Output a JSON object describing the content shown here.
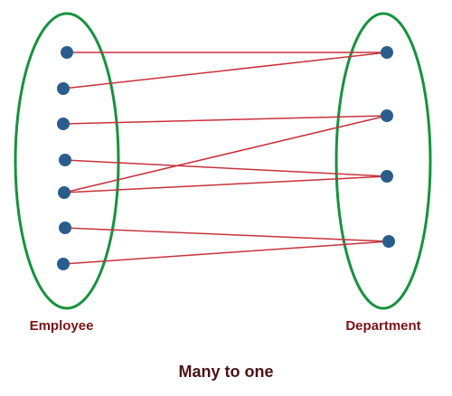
{
  "diagram": {
    "left_set": {
      "label": "Employee",
      "nodes": [
        "e1",
        "e2",
        "e3",
        "e4",
        "e5",
        "e6",
        "e7"
      ]
    },
    "right_set": {
      "label": "Department",
      "nodes": [
        "d1",
        "d2",
        "d3",
        "d4"
      ]
    },
    "mappings": [
      {
        "from": "e1",
        "to": "d1"
      },
      {
        "from": "e2",
        "to": "d1"
      },
      {
        "from": "e3",
        "to": "d2"
      },
      {
        "from": "e4",
        "to": "d3"
      },
      {
        "from": "e5",
        "to": "d2"
      },
      {
        "from": "e5",
        "to": "d3"
      },
      {
        "from": "e6",
        "to": "d4"
      },
      {
        "from": "e7",
        "to": "d4"
      }
    ],
    "caption": "Many to one"
  },
  "colors": {
    "ellipse": "#17923e",
    "node": "#2a5d8c",
    "edge": "#c8323c",
    "label": "#7a1518",
    "caption": "#4a1316"
  }
}
